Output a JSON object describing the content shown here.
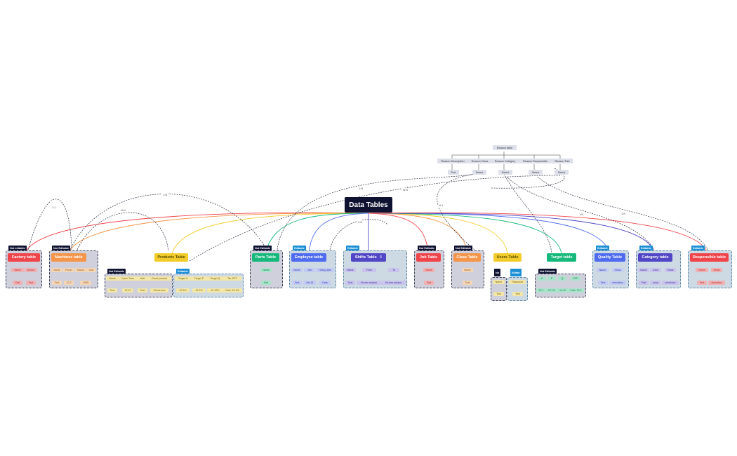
{
  "root": {
    "label": "Data Tables"
  },
  "colors": {
    "factory": "#f0444b",
    "machines": "#f5954a",
    "products": "#f2cc2a",
    "parts": "#16b97b",
    "employee": "#4f6cf0",
    "shifts": "#5147c6",
    "job": "#f0444b",
    "class": "#f5954a",
    "users": "#f2cc2a",
    "target": "#16b97b",
    "quality": "#4f6cf0",
    "category": "#5147c6",
    "responsible": "#f0444b"
  },
  "tags": {
    "not_editable": "Not Editable",
    "not_editable_lower": "Not editable",
    "editable": "Editable",
    "editable_short": "Editab",
    "users_ne": "No"
  },
  "reason": {
    "title": "Reason table",
    "fields": [
      "Reason Description",
      "Reason Class",
      "Reason Category",
      "Reason Responsible",
      "Reason Part"
    ],
    "values": [
      "Text",
      "Select",
      "Select",
      "Select",
      "Select"
    ]
  },
  "link_labels": [
    "1:1",
    "1:N",
    "N:N",
    "1:N",
    "1:N",
    "N:1",
    "N:N",
    "1:N",
    "1:N",
    "1:N",
    "N:1"
  ],
  "tables": {
    "factory": {
      "title": "Factory table",
      "fields": [
        "Name",
        "Sector"
      ],
      "values": [
        "Text",
        "Text"
      ]
    },
    "machines": {
      "title": "Machines table",
      "fields": [
        "Name",
        "Power",
        "Manuf",
        "Year"
      ],
      "values": [
        "Text",
        "12.2",
        "",
        "1999"
      ]
    },
    "products": {
      "title": "Products Table",
      "fields": [
        "Name",
        "Cycle Time",
        "Unit",
        "Good product"
      ],
      "values": [
        "Text",
        "12.12",
        "Text",
        "Check box"
      ],
      "targets": [
        "Target A",
        "Target P",
        "Target Q",
        "Tar. EFF"
      ],
      "target_values": [
        "12.1%",
        "12.1%",
        "12.12%",
        "Calc. 12.1%"
      ]
    },
    "parts": {
      "title": "Parts Table",
      "fields": [
        "Name"
      ],
      "values": [
        "Text"
      ]
    },
    "employee": {
      "title": "Employee table",
      "fields": [
        "Name",
        "Job",
        "Hiring date"
      ],
      "values": [
        "Text",
        "Job ID",
        "Date"
      ]
    },
    "shifts": {
      "title": "Shifts Table",
      "fields": [
        "Name",
        "From",
        "To"
      ],
      "values": [
        "Text",
        "hh:mm am/pm",
        "hh:mm am/pm"
      ]
    },
    "job": {
      "title": "Job Table",
      "fields": [
        "Name"
      ],
      "values": [
        "Text"
      ]
    },
    "class": {
      "title": "Class Table",
      "fields": [
        "Name"
      ],
      "values": [
        "Text"
      ]
    },
    "users": {
      "title": "Users Table",
      "fields": [
        "Name",
        "Password"
      ],
      "values": [
        "Text",
        "Text"
      ]
    },
    "target": {
      "title": "Target table",
      "fields": [
        "A",
        "P",
        "Q",
        "EFF"
      ],
      "values": [
        "12.1",
        "12.1%",
        "12.12",
        "Calc. 12.1"
      ]
    },
    "quality": {
      "title": "Quality Table",
      "fields": [
        "Name",
        "Show"
      ],
      "values": [
        "Text",
        "checkbox"
      ]
    },
    "category": {
      "title": "Category table",
      "fields": [
        "Name",
        "Color",
        "Show"
      ],
      "values": [
        "Text",
        "color",
        "checkbox"
      ]
    },
    "responsible": {
      "title": "Responsible table",
      "fields": [
        "Name",
        "Show"
      ],
      "values": [
        "Text",
        "checkbox"
      ]
    }
  }
}
